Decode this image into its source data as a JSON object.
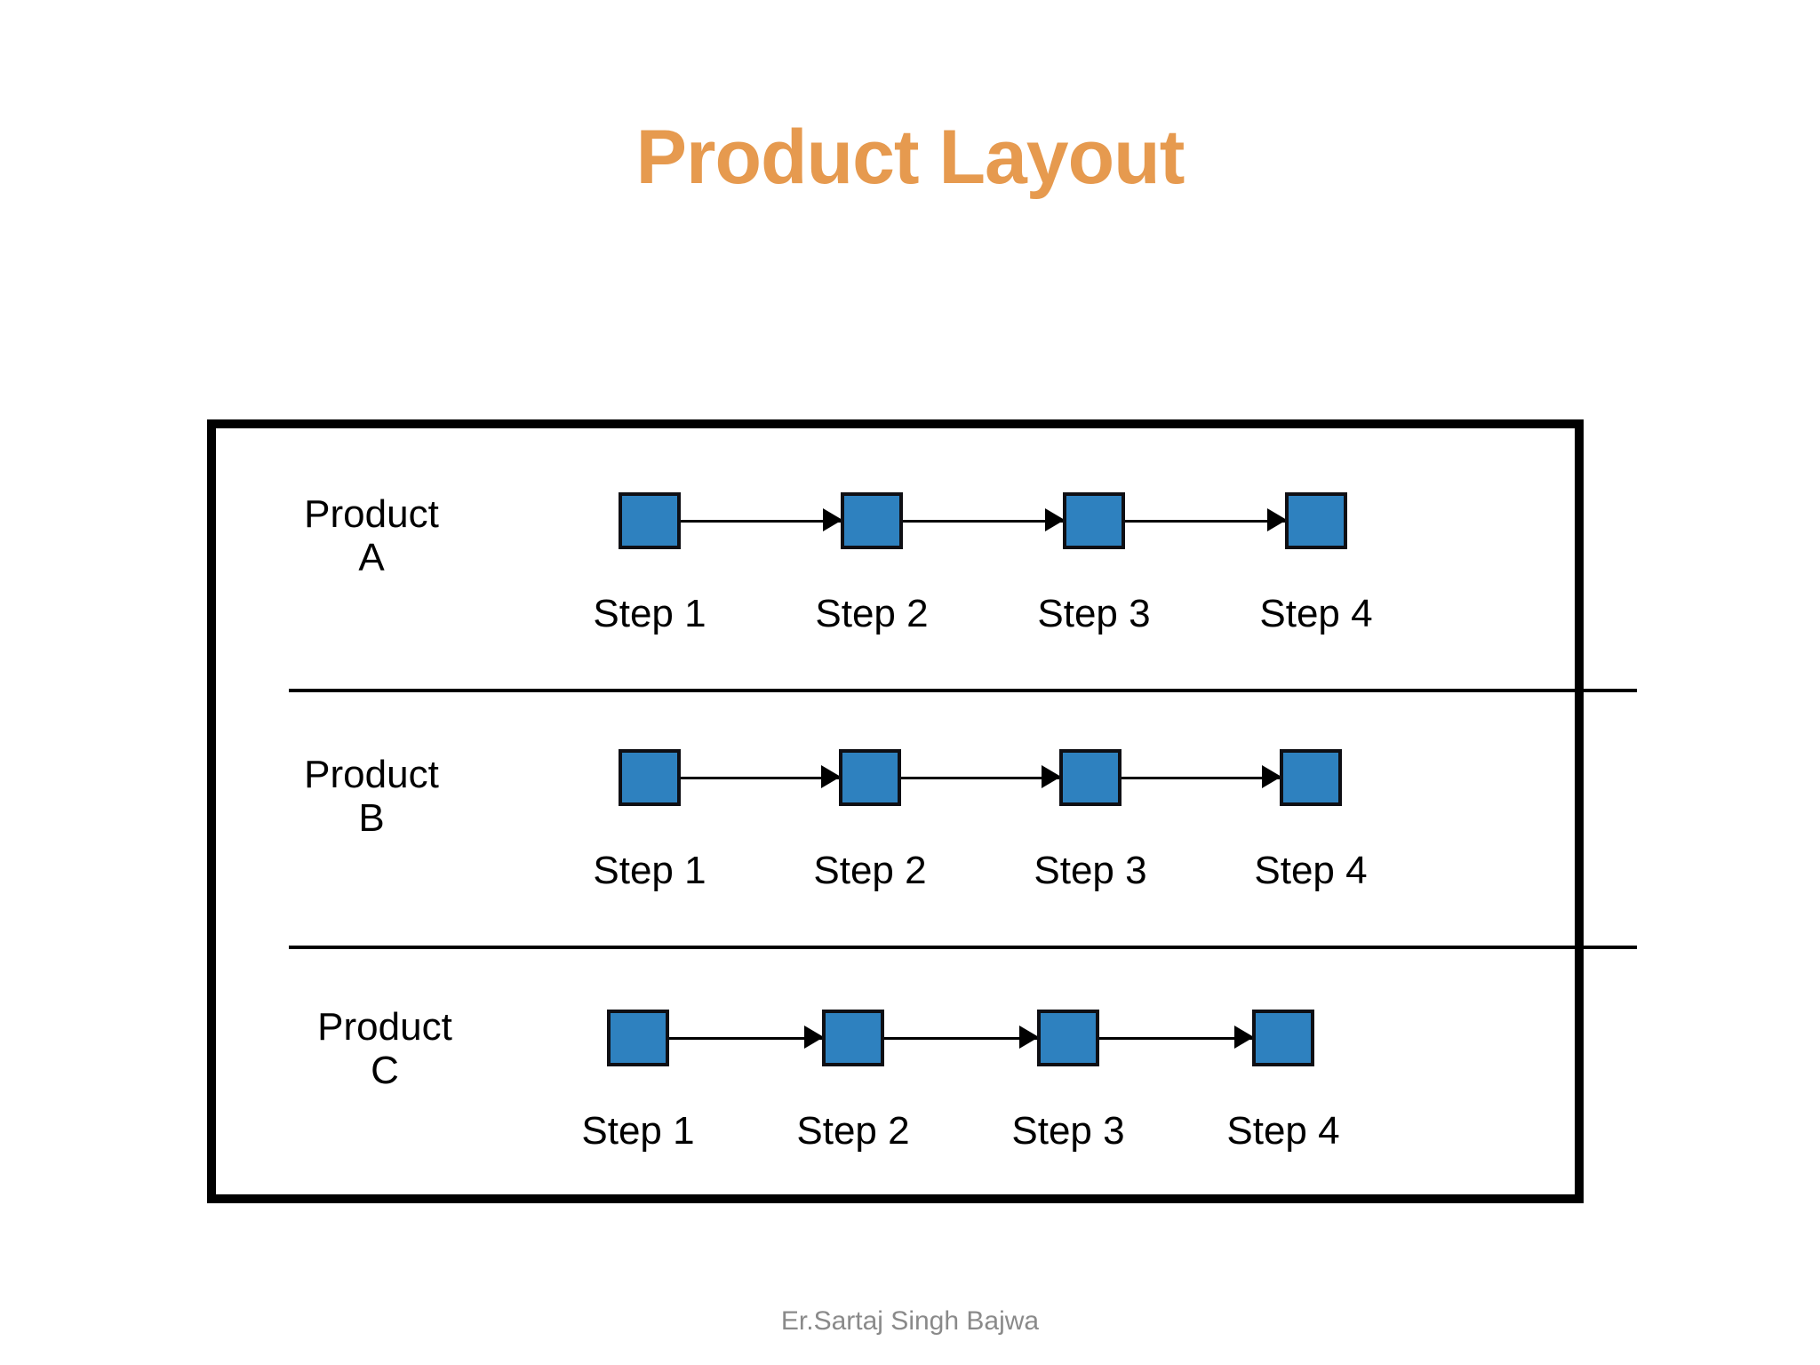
{
  "slide": {
    "title": "Product Layout",
    "title_color": "#E69A4F",
    "background_color": "#FFFFFF",
    "footer": "Er.Sartaj Singh Bajwa",
    "footer_color": "#8A8A8A"
  },
  "diagram": {
    "type": "process-flow",
    "frame_border_color": "#000000",
    "box_fill_color": "#2E81BF",
    "box_border_color": "#0F0F14",
    "divider_color": "#000000",
    "rows": [
      {
        "id": "row-a",
        "product_line1": "Product",
        "product_line2": "A",
        "steps": [
          {
            "label": "Step 1"
          },
          {
            "label": "Step 2"
          },
          {
            "label": "Step 3"
          },
          {
            "label": "Step 4"
          }
        ]
      },
      {
        "id": "row-b",
        "product_line1": "Product",
        "product_line2": "B",
        "steps": [
          {
            "label": "Step 1"
          },
          {
            "label": "Step 2"
          },
          {
            "label": "Step 3"
          },
          {
            "label": "Step 4"
          }
        ]
      },
      {
        "id": "row-c",
        "product_line1": "Product",
        "product_line2": "C",
        "steps": [
          {
            "label": "Step 1"
          },
          {
            "label": "Step 2"
          },
          {
            "label": "Step 3"
          },
          {
            "label": "Step 4"
          }
        ]
      }
    ]
  }
}
